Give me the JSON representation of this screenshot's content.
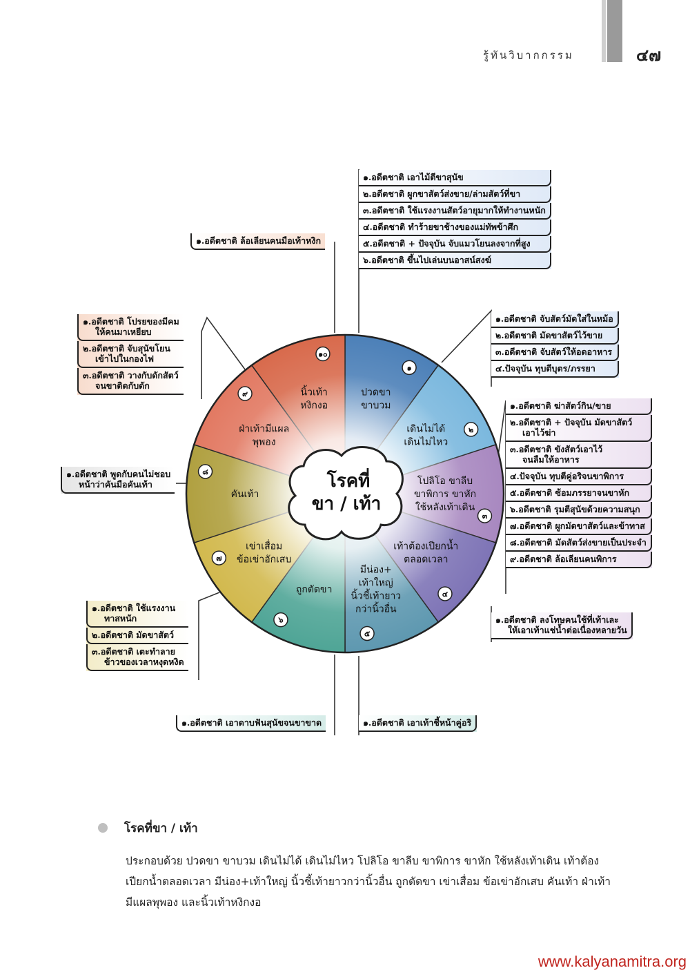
{
  "header": {
    "running_title": "รู้ทันวิบากกรรม",
    "page_number": "๔๗"
  },
  "wheel": {
    "center_line1": "โรคที่",
    "center_line2": "ขา / เท้า",
    "segments": [
      {
        "num": "๑",
        "label": [
          "ปวดขา",
          "ขาบวม"
        ],
        "color": "#4c80b8"
      },
      {
        "num": "๒",
        "label": [
          "เดินไม่ได้",
          "เดินไม่ไหว"
        ],
        "color": "#7bb8de"
      },
      {
        "num": "๓",
        "label": [
          "โปลิโอ ขาลีบ",
          "ขาพิการ ขาหัก",
          "ใช้หลังเท้าเดิน"
        ],
        "color": "#a888c0"
      },
      {
        "num": "๔",
        "label": [
          "เท้าต้องเปียกน้ำ",
          "ตลอดเวลา"
        ],
        "color": "#7e74b6"
      },
      {
        "num": "๕",
        "label": [
          "มีน่อง+",
          "เท้าใหญ่",
          "นิ้วชี้เท้ายาว",
          "กว่านิ้วอื่น"
        ],
        "color": "#5e98b0"
      },
      {
        "num": "๖",
        "label": [
          "ถูกตัดขา"
        ],
        "color": "#4fa596"
      },
      {
        "num": "๗",
        "label": [
          "เข่าเสื่อม",
          "ข้อเข่าอักเสบ"
        ],
        "color": "#d2b94e"
      },
      {
        "num": "๘",
        "label": [
          "คันเท้า"
        ],
        "color": "#b0a040"
      },
      {
        "num": "๙",
        "label": [
          "ฝ่าเท้ามีแผล",
          "พุพอง"
        ],
        "color": "#e27962"
      },
      {
        "num": "๑๐",
        "label": [
          "นิ้วเท้า",
          "หงิกงอ"
        ],
        "color": "#d86a4c"
      }
    ]
  },
  "callouts": {
    "s1": [
      "๑.อดีตชาติ เอาไม้ตีขาสุนัข",
      "๒.อดีตชาติ ผูกขาสัตว์ส่งขาย/ล่ามสัตว์ที่ขา",
      "๓.อดีตชาติ ใช้แรงงานสัตว์อายุมากให้ทำงานหนัก",
      "๔.อดีตชาติ ทำร้ายขาช้างของแม่ทัพข้าศึก",
      "๕.อดีตชาติ + ปัจจุบัน จับแมวโยนลงจากที่สูง",
      "๖.อดีตชาติ ขึ้นไปเล่นบนอาสน์สงฆ์"
    ],
    "s2": [
      "๑.อดีตชาติ จับสัตว์มัดใส่ในหม้อ",
      "๒.อดีตชาติ มัดขาสัตว์ไว้ขาย",
      "๓.อดีตชาติ จับสัตว์ให้อดอาหาร",
      "๔.ปัจจุบัน ทุบตีบุตร/ภรรยา"
    ],
    "s3": [
      "๑.อดีตชาติ ฆ่าสัตว์กิน/ขาย",
      "๒.อดีตชาติ + ปัจจุบัน มัดขาสัตว์|เอาไว้ฆ่า",
      "๓.อดีตชาติ ขังสัตว์เอาไว้|จนลืมให้อาหาร",
      "๔.ปัจจุบัน ทุบตีคู่อริจนขาพิการ",
      "๕.อดีตชาติ ซ้อมภรรยาจนขาหัก",
      "๖.อดีตชาติ รุมตีสุนัขด้วยความสนุก",
      "๗.อดีตชาติ ผูกมัดขาสัตว์และข้าทาส",
      "๘.อดีตชาติ มัดสัตว์ส่งขายเป็นประจำ",
      "๙.อดีตชาติ ล้อเลียนคนพิการ"
    ],
    "s4": [
      "๑.อดีตชาติ ลงโทษคนใช้ที่เท้าเละ|ให้เอาเท้าแช่น้ำต่อเนื่องหลายวัน"
    ],
    "s5": [
      "๑.อดีตชาติ เอาเท้าชี้หน้าคู่อริ"
    ],
    "s6": [
      "๑.อดีตชาติ เอาดาบฟันสุนัขจนขาขาด"
    ],
    "s7": [
      "๑.อดีตชาติ ใช้แรงงาน|ทาสหนัก",
      "๒.อดีตชาติ มัดขาสัตว์",
      "๓.อดีตชาติ เตะทำลาย|ข้าวของเวลาหงุดหงิด"
    ],
    "s8": [
      "๑.อดีตชาติ พูดกับคนไม่ชอบ|หน้าว่าคันมือคันเท้า"
    ],
    "s9": [
      "๑.อดีตชาติ โปรยของมีคม|ให้คนมาเหยียบ",
      "๒.อดีตชาติ จับสุนัขโยน|เข้าไปในกองไฟ",
      "๓.อดีตชาติ วางกับดักสัตว์|จนขาติดกับดัก"
    ],
    "s10": [
      "๑.อดีตชาติ ล้อเลียนคนมือเท้าหงิก"
    ]
  },
  "section": {
    "title": "โรคที่ขา / เท้า",
    "body": "ประกอบด้วย ปวดขา ขาบวม เดินไม่ได้ เดินไม่ไหว โปลิโอ ขาลีบ ขาพิการ ขาหัก ใช้หลังเท้าเดิน เท้าต้องเปียกน้ำตลอดเวลา มีน่อง+เท้าใหญ่ นิ้วชี้เท้ายาวกว่านิ้วอื่น ถูกตัดขา เข่าเสื่อม ข้อเข่าอักเสบ คันเท้า ฝ่าเท้ามีแผลพุพอง และนิ้วเท้าหงิกงอ"
  },
  "footer": {
    "url": "www.kalyanamitra.org"
  }
}
